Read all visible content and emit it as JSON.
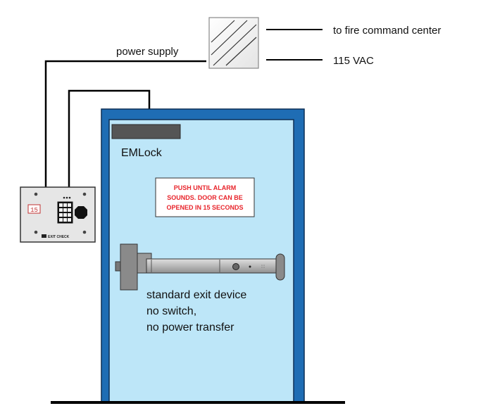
{
  "labels": {
    "fire_command": "to fire command center",
    "vac": "115 VAC",
    "power_supply": "power supply",
    "emlock": "EMLock",
    "exit_device_line1": "standard exit device",
    "exit_device_line2": "no switch,",
    "exit_device_line3": "no power transfer"
  },
  "sign": {
    "line1": "PUSH UNTIL ALARM",
    "line2": "SOUNDS.  DOOR CAN BE",
    "line3": "OPENED IN 15 SECONDS"
  },
  "keypad": {
    "display": "15",
    "brand": "EXIT CHECK"
  },
  "colors": {
    "door_fill": "#bde6f8",
    "door_frame": "#1f6db4",
    "sign_text": "#e8242b",
    "emlock_fill": "#555555"
  }
}
